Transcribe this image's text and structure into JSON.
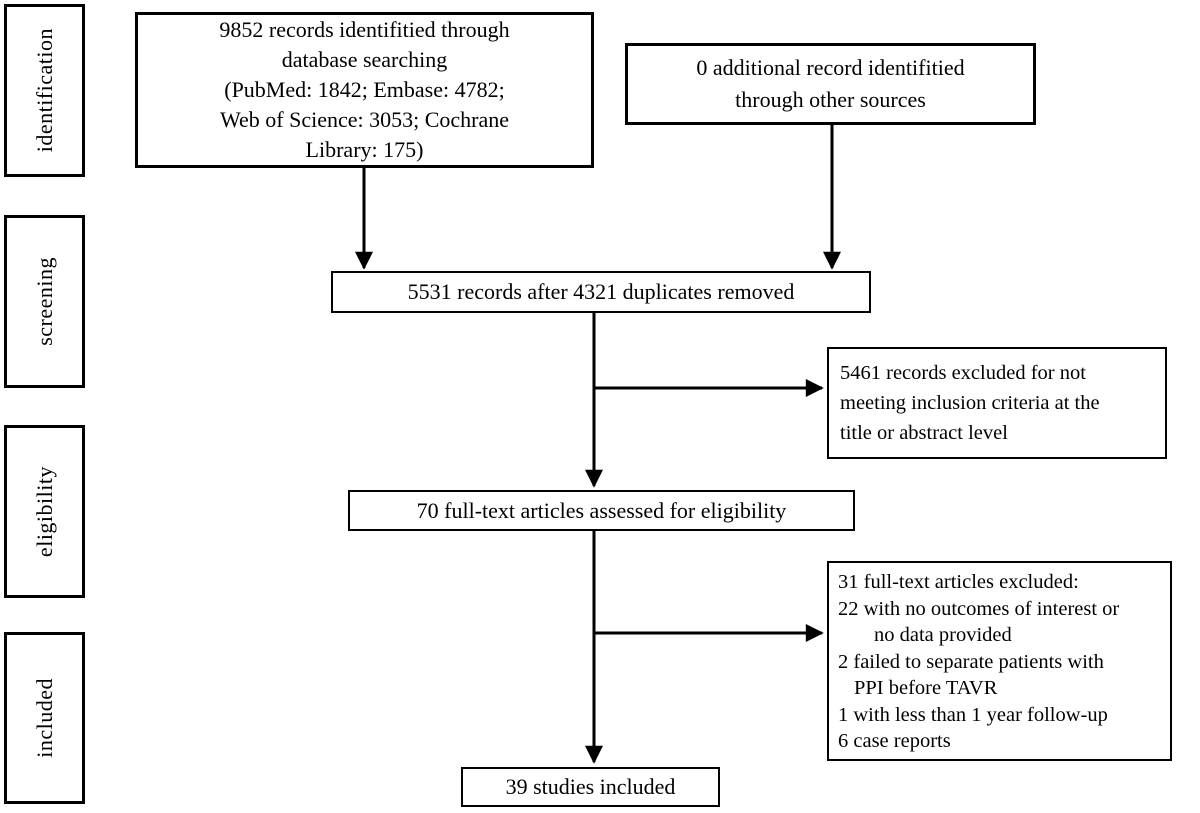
{
  "figure": {
    "type": "prisma-flow-diagram",
    "colors": {
      "line": "#000000",
      "text": "#000000",
      "background": "#ffffff"
    },
    "stages": [
      {
        "label": "identification"
      },
      {
        "label": "screening"
      },
      {
        "label": "eligibility"
      },
      {
        "label": "included"
      }
    ],
    "boxes": {
      "identified": {
        "lines": [
          "9852 records identifitied through",
          "database searching",
          "(PubMed: 1842; Embase: 4782;",
          "Web of Science: 3053; Cochrane",
          "Library: 175)"
        ]
      },
      "additional": {
        "lines": [
          "0 additional record identifitied",
          "through other sources"
        ]
      },
      "deduplicated": {
        "text": "5531 records after 4321 duplicates removed"
      },
      "records_excluded": {
        "lines": [
          "5461 records excluded for not",
          "meeting inclusion criteria at the",
          "title or abstract level"
        ]
      },
      "fulltext_assessed": {
        "text": "70 full-text articles assessed for eligibility"
      },
      "fulltext_excluded": {
        "lines": [
          "31 full-text articles excluded:",
          "22 with no outcomes of interest or",
          "no data provided",
          "2 failed to separate patients with",
          "PPI before TAVR",
          "1 with less than 1 year follow-up",
          "6 case reports"
        ]
      },
      "included_studies": {
        "text": "39 studies included"
      }
    }
  }
}
